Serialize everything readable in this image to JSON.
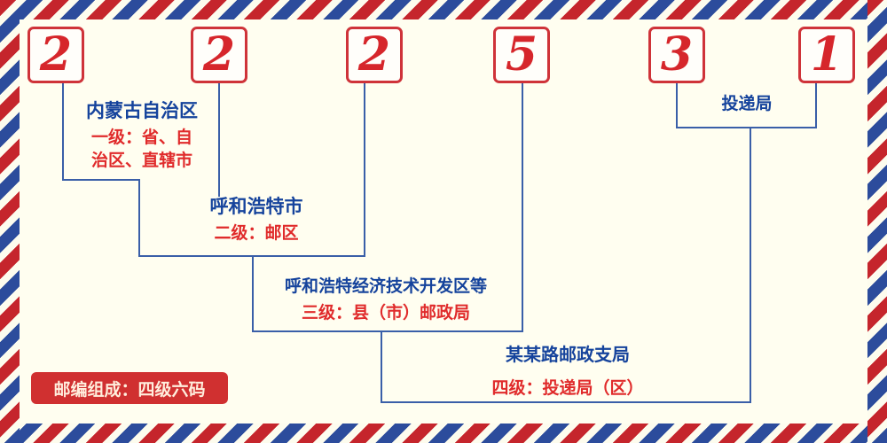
{
  "postal_code": {
    "digits": [
      "2",
      "2",
      "2",
      "5",
      "3",
      "1"
    ]
  },
  "annotations": {
    "level1": {
      "place": "内蒙古自治区",
      "desc_line1": "一级：省、自",
      "desc_line2": "治区、直辖市"
    },
    "level2": {
      "place": "呼和浩特市",
      "desc": "二级：邮区"
    },
    "level3": {
      "place": "呼和浩特经济技术开发区等",
      "desc": "三级：县（市）邮政局"
    },
    "level4": {
      "place": "某某路邮政支局",
      "desc": "四级：投递局（区）"
    },
    "delivery": {
      "label": "投递局"
    }
  },
  "badge": {
    "text": "邮编组成：四级六码"
  },
  "colors": {
    "stripe_red": "#c5252c",
    "stripe_blue": "#2c4c9c",
    "digit_red": "#d6262b",
    "digit_box_border": "#cf3339",
    "label_blue": "#15439c",
    "text_red": "#e02b2b",
    "line_blue": "#3a5fa8",
    "badge_red": "#d03030",
    "background": "#fffef0"
  }
}
